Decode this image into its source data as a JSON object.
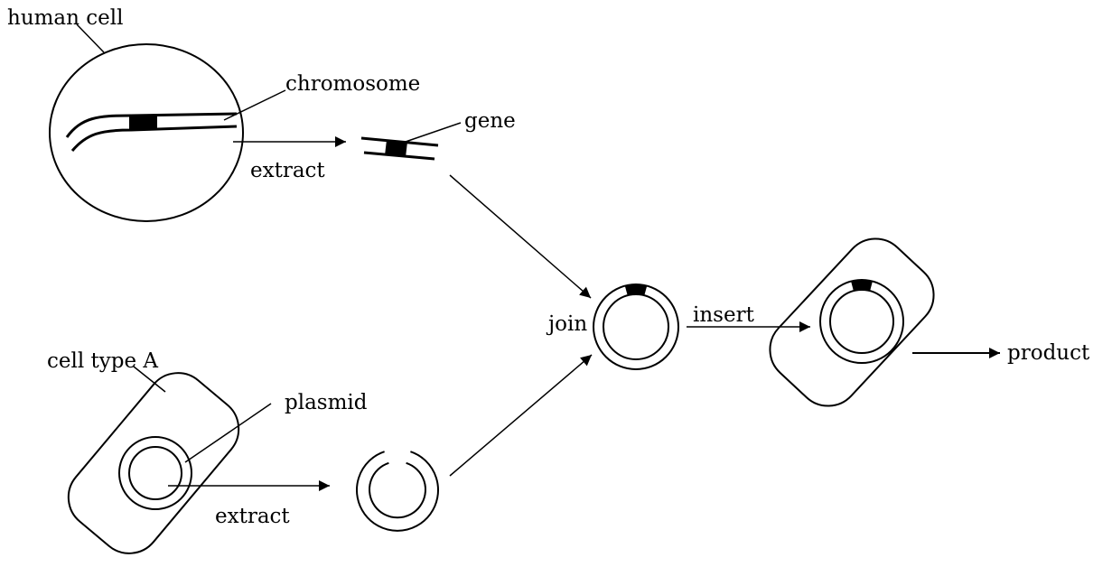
{
  "labels": {
    "human_cell": "human cell",
    "chromosome": "chromosome",
    "extract_top": "extract",
    "gene": "gene",
    "join": "join",
    "insert": "insert",
    "product": "product",
    "cell_type_a": "cell type A",
    "plasmid": "plasmid",
    "extract_bottom": "extract"
  }
}
